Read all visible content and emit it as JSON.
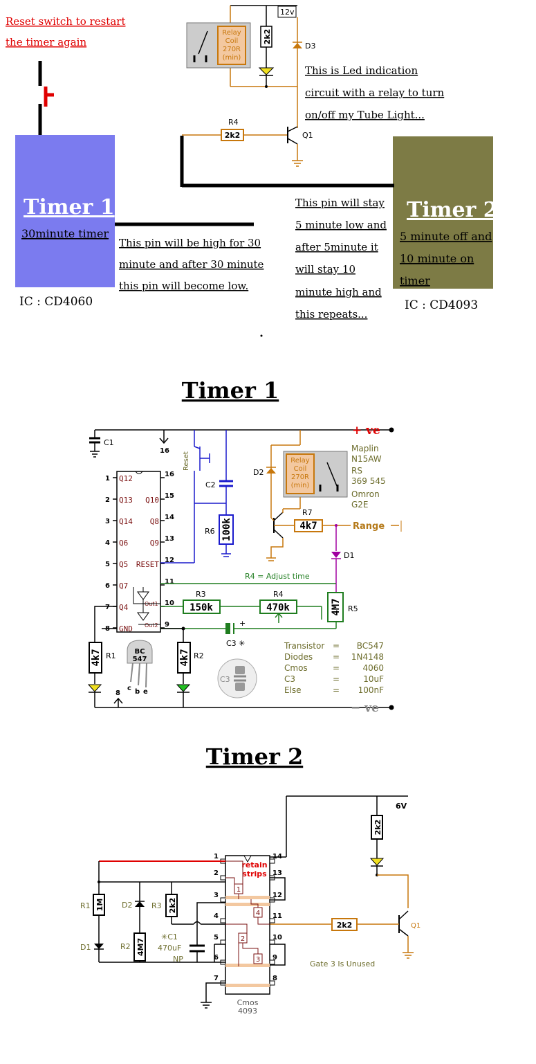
{
  "block_diagram": {
    "reset_note_line1": "Reset switch to restart",
    "reset_note_line2": "the timer again",
    "timer1_block": {
      "title": "Timer 1",
      "subtitle": "30minute timer",
      "ic": "IC : CD4060"
    },
    "timer2_block": {
      "title": "Timer 2",
      "line1": "5 minute off and",
      "line2": "10 minute on",
      "line3": "timer",
      "ic": "IC : CD4093"
    },
    "timer1_pin_note": [
      "This pin will be high for 30",
      "minute and after 30 minute",
      "this pin will become low."
    ],
    "timer2_pin_note": [
      "This pin will stay",
      "5 minute low and",
      "after 5minute it",
      "will stay 10",
      "minute high  and",
      "this repeats..."
    ],
    "led_note": [
      "This is Led indication",
      "circuit with a relay to turn",
      "on/off my Tube Light..."
    ],
    "relay_label": [
      "Relay",
      "Coil",
      "270R",
      "(min)"
    ],
    "supply": "12v",
    "resistor_top": "2k2",
    "resistor_r4": "2k2",
    "r4_label": "R4",
    "d3_label": "D3",
    "q1_label": "Q1"
  },
  "timer1_heading": "Timer 1",
  "timer1_schematic": {
    "pos_rail": "+ ve",
    "neg_rail": "− ve",
    "c1": "C1",
    "c2": "C2",
    "reset_label": "Reset",
    "pin16_top": "16",
    "r6": "R6",
    "r6_val": "100k",
    "d2": "D2",
    "r7": "R7",
    "r7_val": "4k7",
    "range": "Range",
    "d1": "D1",
    "relay_label": [
      "Relay",
      "Coil",
      "270R",
      "(min)"
    ],
    "relay_parts": [
      "Maplin",
      "N15AW",
      "RS",
      "369 545",
      "Omron",
      "G2E"
    ],
    "adjust_note": "R4 = Adjust time",
    "r3": "R3",
    "r3_val": "150k",
    "r4": "R4",
    "r4_val": "470k",
    "r5": "R5",
    "r5_val": "4M7",
    "c3": "C3 ✳",
    "c3_icon": "C3",
    "r1": "R1",
    "r1_val": "4k7",
    "r2": "R2",
    "r2_val": "4k7",
    "bc547": [
      "BC",
      "547"
    ],
    "cbe": [
      "c",
      "b",
      "e"
    ],
    "pin8_bottom": "8",
    "ic_pins_left": [
      {
        "num": "1",
        "label": "Q12"
      },
      {
        "num": "2",
        "label": "Q13"
      },
      {
        "num": "3",
        "label": "Q14"
      },
      {
        "num": "4",
        "label": "Q6"
      },
      {
        "num": "5",
        "label": "Q5"
      },
      {
        "num": "6",
        "label": "Q7"
      },
      {
        "num": "7",
        "label": "Q4"
      },
      {
        "num": "8",
        "label": "GND"
      }
    ],
    "ic_pins_right": [
      {
        "num": "16",
        "label": ""
      },
      {
        "num": "15",
        "label": "Q10"
      },
      {
        "num": "14",
        "label": "Q8"
      },
      {
        "num": "13",
        "label": "Q9"
      },
      {
        "num": "12",
        "label": "RESET"
      },
      {
        "num": "11",
        "label": ""
      },
      {
        "num": "10",
        "label": ""
      },
      {
        "num": "9",
        "label": ""
      }
    ],
    "out1": "Out1",
    "out2": "Out2",
    "parts_table": [
      {
        "name": "Transistor",
        "sep": "=",
        "value": "BC547"
      },
      {
        "name": "Diodes",
        "sep": "=",
        "value": "1N4148"
      },
      {
        "name": "Cmos",
        "sep": "=",
        "value": "4060"
      },
      {
        "name": "C3",
        "sep": "=",
        "value": "10uF"
      },
      {
        "name": "Else",
        "sep": "=",
        "value": "100nF"
      }
    ]
  },
  "timer2_heading": "Timer 2",
  "timer2_schematic": {
    "supply": "6V",
    "r_top": "2k2",
    "r_q1": "2k2",
    "q1": "Q1",
    "retain_strips": [
      "retain",
      "strips"
    ],
    "r1": "R1",
    "r1_val": "1M",
    "d1": "D1",
    "d2": "D2",
    "r2": "R2",
    "r2_val": "4M7",
    "r3": "R3",
    "r3_val": "2k2",
    "c1": [
      "✳C1",
      "470uF",
      "NP"
    ],
    "gate3_note": "Gate 3 Is Unused",
    "ic_name": [
      "Cmos",
      "4093"
    ],
    "pins_left": [
      "1",
      "2",
      "3",
      "4",
      "5",
      "6",
      "7"
    ],
    "pins_right": [
      "14",
      "13",
      "12",
      "11",
      "10",
      "9",
      "8"
    ],
    "gates": [
      "1",
      "4",
      "2",
      "3"
    ]
  },
  "colors": {
    "timer1_block": "#7b7bef",
    "timer2_block": "#7d7b45",
    "orange_wire": "#c7770c",
    "green_wire": "#1f7d1f",
    "purple_wire": "#a000a0",
    "blue_wire": "#1a1acc",
    "red": "#e00000"
  }
}
